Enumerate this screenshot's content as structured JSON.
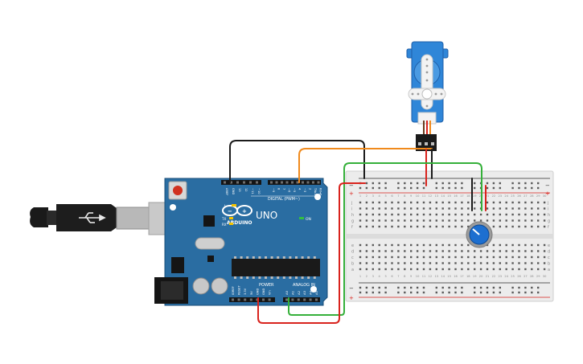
{
  "arduino": {
    "brand": "ARDUINO",
    "model": "UNO",
    "digital_header": "DIGITAL (PWM~)",
    "power_header": "POWER",
    "analog_header": "ANALOG IN",
    "led_l": "L",
    "led_tx": "TX",
    "led_rx": "RX",
    "on_label": "ON",
    "digital_pins": [
      "AREF",
      "GND",
      "13",
      "12",
      "~11",
      "~10",
      "~9",
      "8",
      "7",
      "~6",
      "~5",
      "4",
      "~3",
      "2",
      "TX▸1",
      "RX◂0"
    ],
    "power_pins": [
      "IOREF",
      "RESET",
      "3.3V",
      "5V",
      "GND",
      "GND",
      "Vin"
    ],
    "analog_pins": [
      "A0",
      "A1",
      "A2",
      "A3",
      "A4",
      "A5"
    ]
  },
  "breadboard": {
    "rail_minus": "−",
    "rail_plus": "+",
    "rows_top": [
      "j",
      "i",
      "h",
      "g",
      "f"
    ],
    "rows_bottom": [
      "e",
      "d",
      "c",
      "b",
      "a"
    ],
    "column_numbers": [
      "1",
      "2",
      "3",
      "4",
      "5",
      "6",
      "7",
      "8",
      "9",
      "10",
      "11",
      "12",
      "13",
      "14",
      "15",
      "16",
      "17",
      "18",
      "19",
      "20",
      "21",
      "22",
      "23",
      "24",
      "25",
      "26",
      "27",
      "28",
      "29",
      "30"
    ]
  },
  "wires": {
    "colors": {
      "black": "#1b1b1b",
      "orange": "#f08a1c",
      "red": "#d9231d",
      "green": "#35b03a"
    }
  },
  "colors": {
    "board": "#2a6da2",
    "board_dark": "#1f5580",
    "servo": "#2f86d8",
    "breadboard": "#ececec",
    "pot_knob": "#1d6fd0"
  }
}
